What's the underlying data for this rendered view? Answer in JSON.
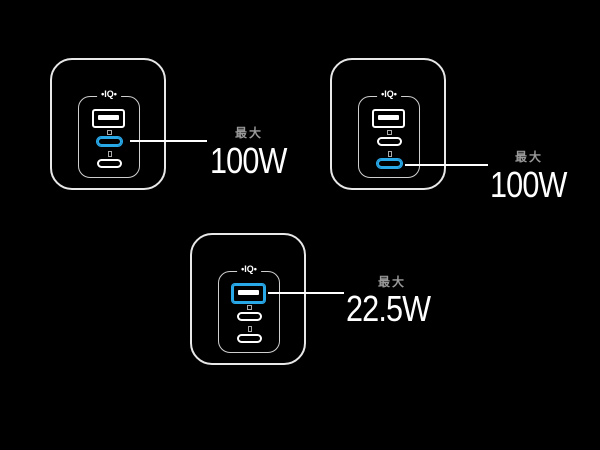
{
  "brand_mark": "•IQ•",
  "callouts": [
    {
      "label": "最大",
      "value": "100W",
      "highlighted_port": "usb-c-1"
    },
    {
      "label": "最大",
      "value": "100W",
      "highlighted_port": "usb-c-2"
    },
    {
      "label": "最大",
      "value": "22.5W",
      "highlighted_port": "usb-a"
    }
  ],
  "colors": {
    "highlight": "#29a8e8",
    "background": "#000000"
  }
}
